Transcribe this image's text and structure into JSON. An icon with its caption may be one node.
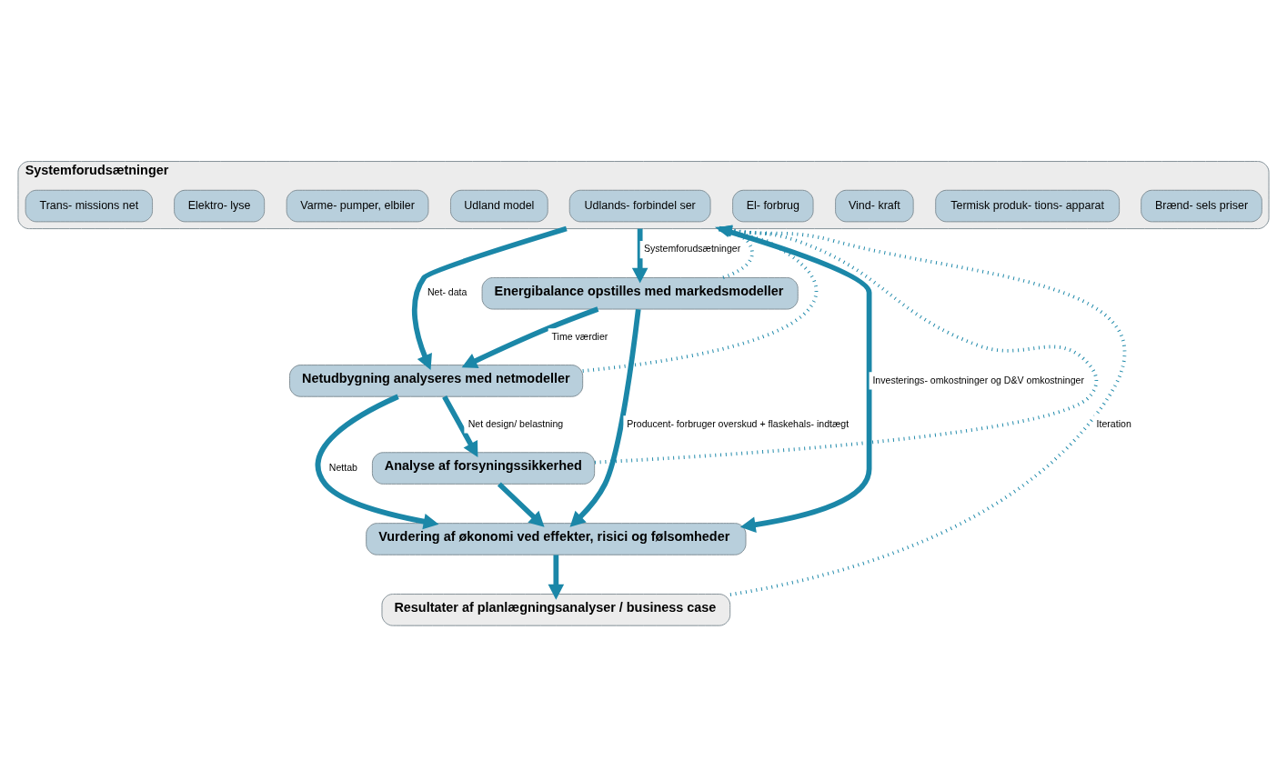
{
  "diagram": {
    "nodes": [
      {
        "text": [
          "Systemforudsætninger"
        ]
      },
      {
        "text": [
          "Brænd- sels priser"
        ],
        "in": 0
      },
      {
        "text": [
          "Termisk produk- tions- apparat"
        ],
        "in": 0
      },
      {
        "text": [
          "Vind- kraft"
        ],
        "in": 0
      },
      {
        "text": [
          "El- forbrug"
        ],
        "in": 0
      },
      {
        "text": [
          "Udlands- forbindel ser"
        ],
        "in": 0
      },
      {
        "text": [
          "Udland model"
        ],
        "in": 0
      },
      {
        "text": [
          "Varme- pumper, elbiler"
        ],
        "in": 0
      },
      {
        "text": [
          "Elektro- lyse"
        ],
        "in": 0
      },
      {
        "text": [
          "Trans- missions net"
        ],
        "in": 0
      },
      {
        "text": [
          "Energibalance opstilles med markedsmodeller"
        ]
      },
      {
        "text": [
          "Netudbygning analyseres med netmodeller"
        ]
      },
      {
        "text": [
          "Vurdering af økonomi ved effekter, risici og følsomheder"
        ]
      },
      {
        "text": [
          "Analyse af forsyningssikkerhed"
        ]
      },
      {
        "text": [
          "Resultater af planlægningsanalyser / business case"
        ]
      }
    ],
    "edges": [
      {
        "from": 0,
        "to": 12,
        "arrow": "to",
        "label": "Investerings- omkostninger og D&V omkostninger"
      },
      {
        "from": 0,
        "to": 10,
        "arrow": "to",
        "label": "Systemforudsætninger"
      },
      {
        "from": 0,
        "to": 11,
        "arrow": "to",
        "label": "Net- data"
      },
      {
        "from": 10,
        "to": 12,
        "arrow": "to",
        "label": "Producent- forbruger overskud + flaskehals- indtægt"
      },
      {
        "from": 10,
        "to": 11,
        "arrow": "to",
        "label": "Time værdier"
      },
      {
        "from": 11,
        "to": 12,
        "arrow": "to",
        "label": "Nettab"
      },
      {
        "from": 11,
        "to": 13,
        "arrow": "to",
        "label": "Net design/ belastning"
      },
      {
        "from": 13,
        "to": 12,
        "arrow": "to"
      },
      {
        "from": 12,
        "to": 14,
        "arrow": "to"
      },
      {
        "from": 14,
        "to": 0,
        "arrow": "to",
        "style": "dashed",
        "label": "Iteration"
      },
      {
        "from": 10,
        "to": 0,
        "arrow": "to",
        "style": "dashed"
      },
      {
        "from": 11,
        "to": 0,
        "arrow": "to",
        "style": "dashed"
      },
      {
        "from": 13,
        "to": 0,
        "arrow": "to",
        "style": "dashed"
      }
    ]
  }
}
